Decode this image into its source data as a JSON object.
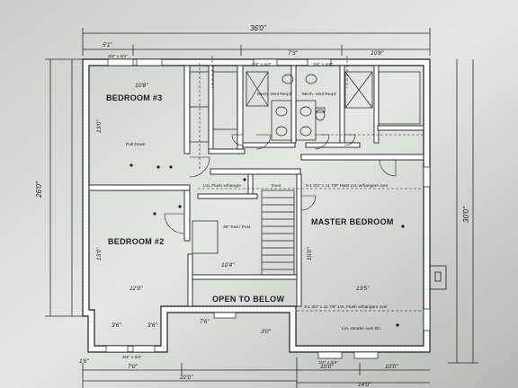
{
  "rooms": {
    "bedroom3": "BEDROOM #3",
    "bedroom2": "BEDROOM #2",
    "master": "MASTER BEDROOM",
    "open_below": "OPEN TO BELOW"
  },
  "dims": {
    "overall_width": "36'0\"",
    "overall_depth": "26'0\"",
    "right_depth": "30'0\"",
    "top_left": "5'1\"",
    "top_mid": "7'3\"",
    "top_right": "10'8\"",
    "bed3_width": "10'8\"",
    "bed3_depth": "13'0\"",
    "bed2_depth": "13'0\"",
    "bed2_width": "12'0\"",
    "hall_width": "10'4\"",
    "master_width": "13'5\"",
    "master_depth": "15'0\"",
    "bottom_left": "7'0\"",
    "bottom_total_left": "22'0\"",
    "bottom_mid": "10'0\"",
    "bottom_right": "10'0\"",
    "bottom_total_right": "14'0\"",
    "small_a": "3'6\"",
    "small_b": "3'6\"",
    "small_c": "7'6\"",
    "small_d": "1'6\"",
    "small_e": "3'0\""
  },
  "notes": {
    "lvl_flush_top": "LVL Flush w/hanger",
    "beam_top": "2-1 3/4\" x 11 7/8\" Mast LVL w/hangers over",
    "lvl_header": "LVL Header over Bn.",
    "beam_bottom": "3-1 3/4\" x 11 7/8\" LVL Flush w/hangers over",
    "pull_down": "Pull Down",
    "mech_vent_1": "Mech. Vent Req'd",
    "mech_vent_2": "Mech. Vent Req'd",
    "rail": "36\" Rail / Post",
    "door": "Door",
    "win_top_1": "3/4\" x 3/4\"",
    "win_top_2": "3/4\" x 4/4\"",
    "win_top_3": "3/4\" x 4/4\"",
    "win_bottom_1": "3/4\" x 3/4\"",
    "win_bottom_2": "3/4\" x 3/4\""
  }
}
